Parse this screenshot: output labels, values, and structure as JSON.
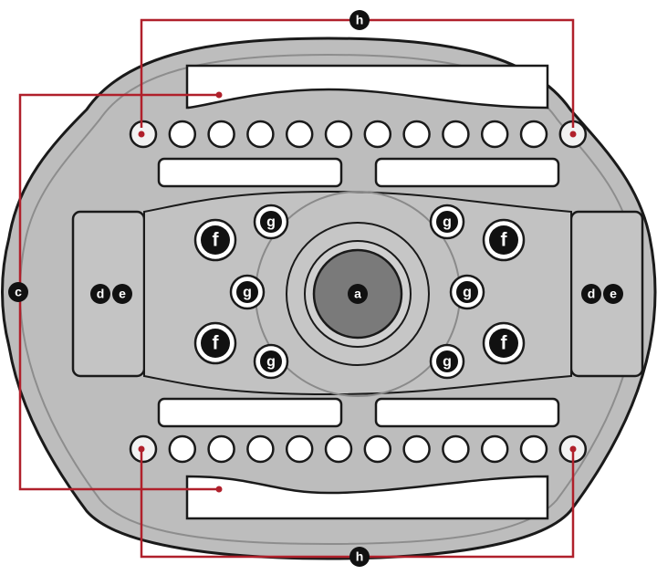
{
  "diagram": {
    "colors": {
      "body_fill": "#bdbdbd",
      "body_stroke": "#1a1a1a",
      "hub_fill": "#7a7a7a",
      "hole_fill": "#ffffff",
      "callout_line": "#b0202b",
      "marker_fill": "#111111"
    },
    "labels": {
      "a": "a",
      "c": "c",
      "d": "d",
      "e": "e",
      "f": "f",
      "g": "g",
      "h": "h"
    }
  }
}
